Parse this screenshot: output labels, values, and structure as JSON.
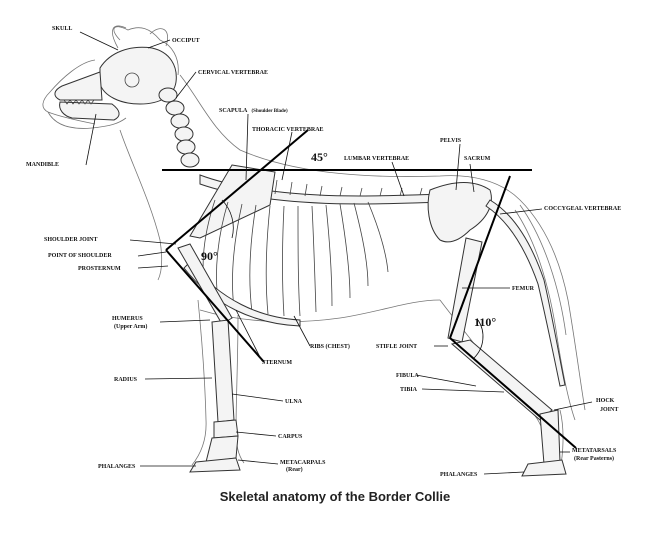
{
  "caption": "Skeletal anatomy of the Border Collie",
  "angles": {
    "shoulder_layback": "45°",
    "shoulder_humerus": "90°",
    "stifle": "110°"
  },
  "labels": {
    "skull": "SKULL",
    "occiput": "OCCIPUT",
    "cervical_vertebrae": "CERVICAL VERTEBRAE",
    "scapula": "SCAPULA",
    "scapula_note": "(Shoulder Blade)",
    "thoracic_vertebrae": "THORACIC VERTEBRAE",
    "pelvis": "PELVIS",
    "lumbar_vertebrae": "LUMBAR VERTEBRAE",
    "sacrum": "SACRUM",
    "mandible": "MANDIBLE",
    "coccygeal_vertebrae": "COCCYGEAL VERTEBRAE",
    "shoulder_joint": "SHOULDER JOINT",
    "point_of_shoulder": "POINT OF SHOULDER",
    "prosternum": "PROSTERNUM",
    "femur": "FEMUR",
    "humerus": "HUMERUS",
    "humerus_note": "(Upper Arm)",
    "ribs": "RIBS (CHEST)",
    "stifle_joint": "STIFLE JOINT",
    "sternum": "STERNUM",
    "radius": "RADIUS",
    "fibula": "FIBULA",
    "tibia": "TIBIA",
    "ulna": "ULNA",
    "hock_joint_1": "HOCK",
    "hock_joint_2": "JOINT",
    "carpus": "CARPUS",
    "metatarsals": "METATARSALS",
    "metatarsals_note": "(Rear Pasterns)",
    "phalanges_front": "PHALANGES",
    "metacarpals": "METACARPALS",
    "metacarpals_note": "(Rear)",
    "phalanges_rear": "PHALANGES"
  }
}
